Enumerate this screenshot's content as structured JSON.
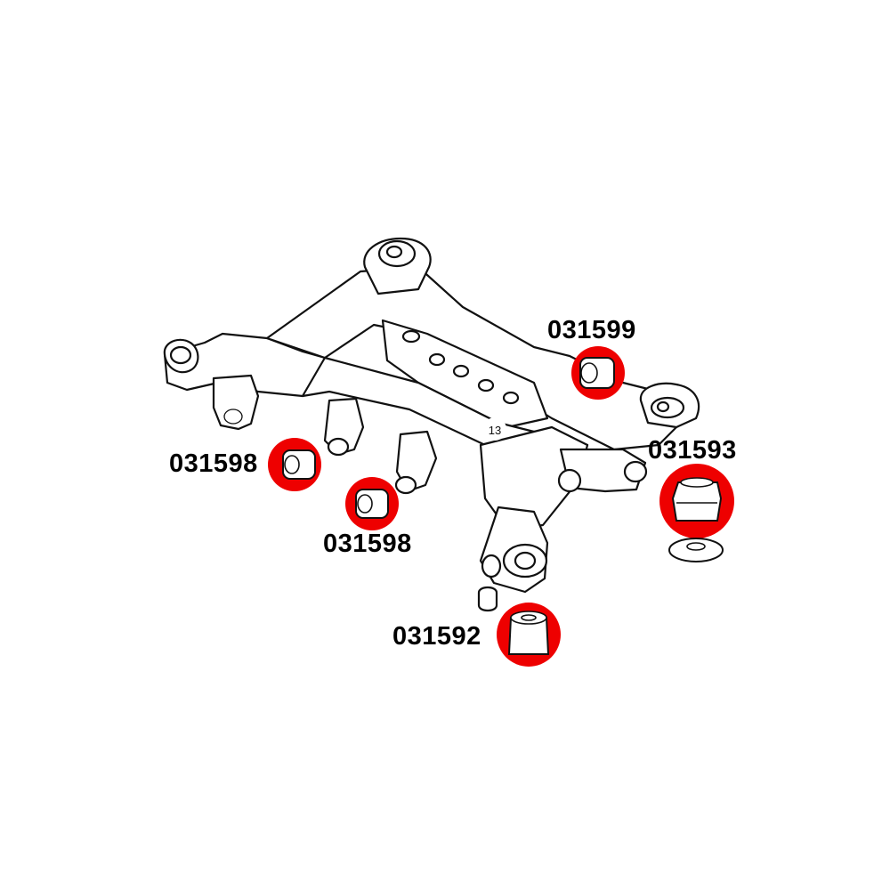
{
  "labels": {
    "rear_mount": "031599",
    "trailing_left": "031598",
    "trailing_mid": "031598",
    "diff_mount": "031593",
    "front_lower": "031592"
  },
  "frame_marking": "13",
  "colors": {
    "highlight_ring": "#ee0000",
    "line_art": "#111111",
    "background": "#ffffff"
  }
}
